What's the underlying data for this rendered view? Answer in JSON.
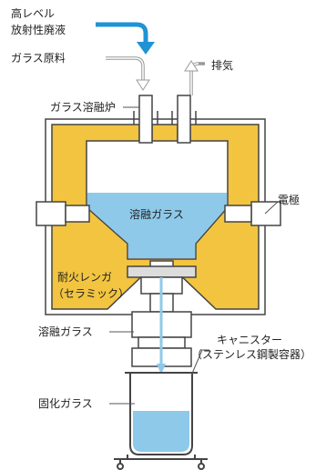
{
  "labels": {
    "hlw_line1": "高レベル",
    "hlw_line2": "放射性廃液",
    "glass_raw": "ガラス原料",
    "exhaust": "排気",
    "melter": "ガラス溶融炉",
    "molten_glass_pool": "溶融ガラス",
    "electrode": "電極",
    "refractory_line1": "耐火レンガ",
    "refractory_line2": "（セラミック）",
    "molten_glass_stream": "溶融ガラス",
    "canister_line1": "キャニスター",
    "canister_line2": "（ステンレス鋼製容器）",
    "solidified_glass": "固化ガラス"
  },
  "colors": {
    "refractory": "#f2c440",
    "molten_glass": "#8ec9ea",
    "arrow_blue": "#1f93d4",
    "outline": "#444444",
    "leader": "#555555",
    "arrow_gray": "#999999",
    "text": "#222222"
  }
}
